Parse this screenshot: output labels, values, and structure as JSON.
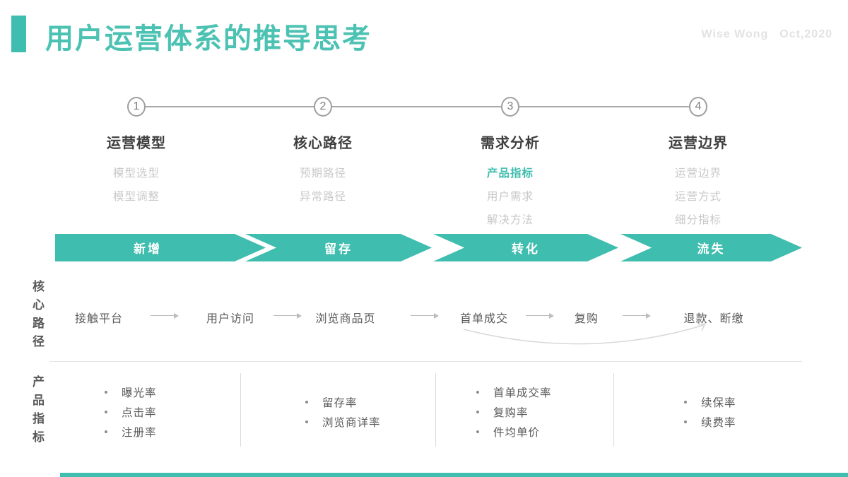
{
  "title": "用户运营体系的推导思考",
  "watermark": {
    "author": "Wise Wong",
    "date": "Oct,2020"
  },
  "colors": {
    "accent": "#3fbdae",
    "title_teal": "#4cc2b3",
    "highlight_item": "#3fbdae",
    "muted_item": "#c8c8c8",
    "body_text": "#595959"
  },
  "steps": [
    {
      "num": "1",
      "title": "运营模型",
      "items": [
        "模型选型",
        "模型调整"
      ]
    },
    {
      "num": "2",
      "title": "核心路径",
      "items": [
        "预期路径",
        "异常路径"
      ]
    },
    {
      "num": "3",
      "title": "需求分析",
      "items": [
        "产品指标",
        "用户需求",
        "解决方法"
      ]
    },
    {
      "num": "4",
      "title": "运营边界",
      "items": [
        "运营边界",
        "运营方式",
        "细分指标"
      ]
    }
  ],
  "stage_arrows": [
    "新增",
    "留存",
    "转化",
    "流失"
  ],
  "core_path": {
    "label": "核心路径",
    "nodes": [
      "接触平台",
      "用户访问",
      "浏览商品页",
      "首单成交",
      "复购",
      "退款、断缴"
    ]
  },
  "product_metrics": {
    "label": "产品指标",
    "columns": [
      [
        "曝光率",
        "点击率",
        "注册率"
      ],
      [
        "留存率",
        "浏览商详率"
      ],
      [
        "首单成交率",
        "复购率",
        "件均单价"
      ],
      [
        "续保率",
        "续费率"
      ]
    ]
  }
}
